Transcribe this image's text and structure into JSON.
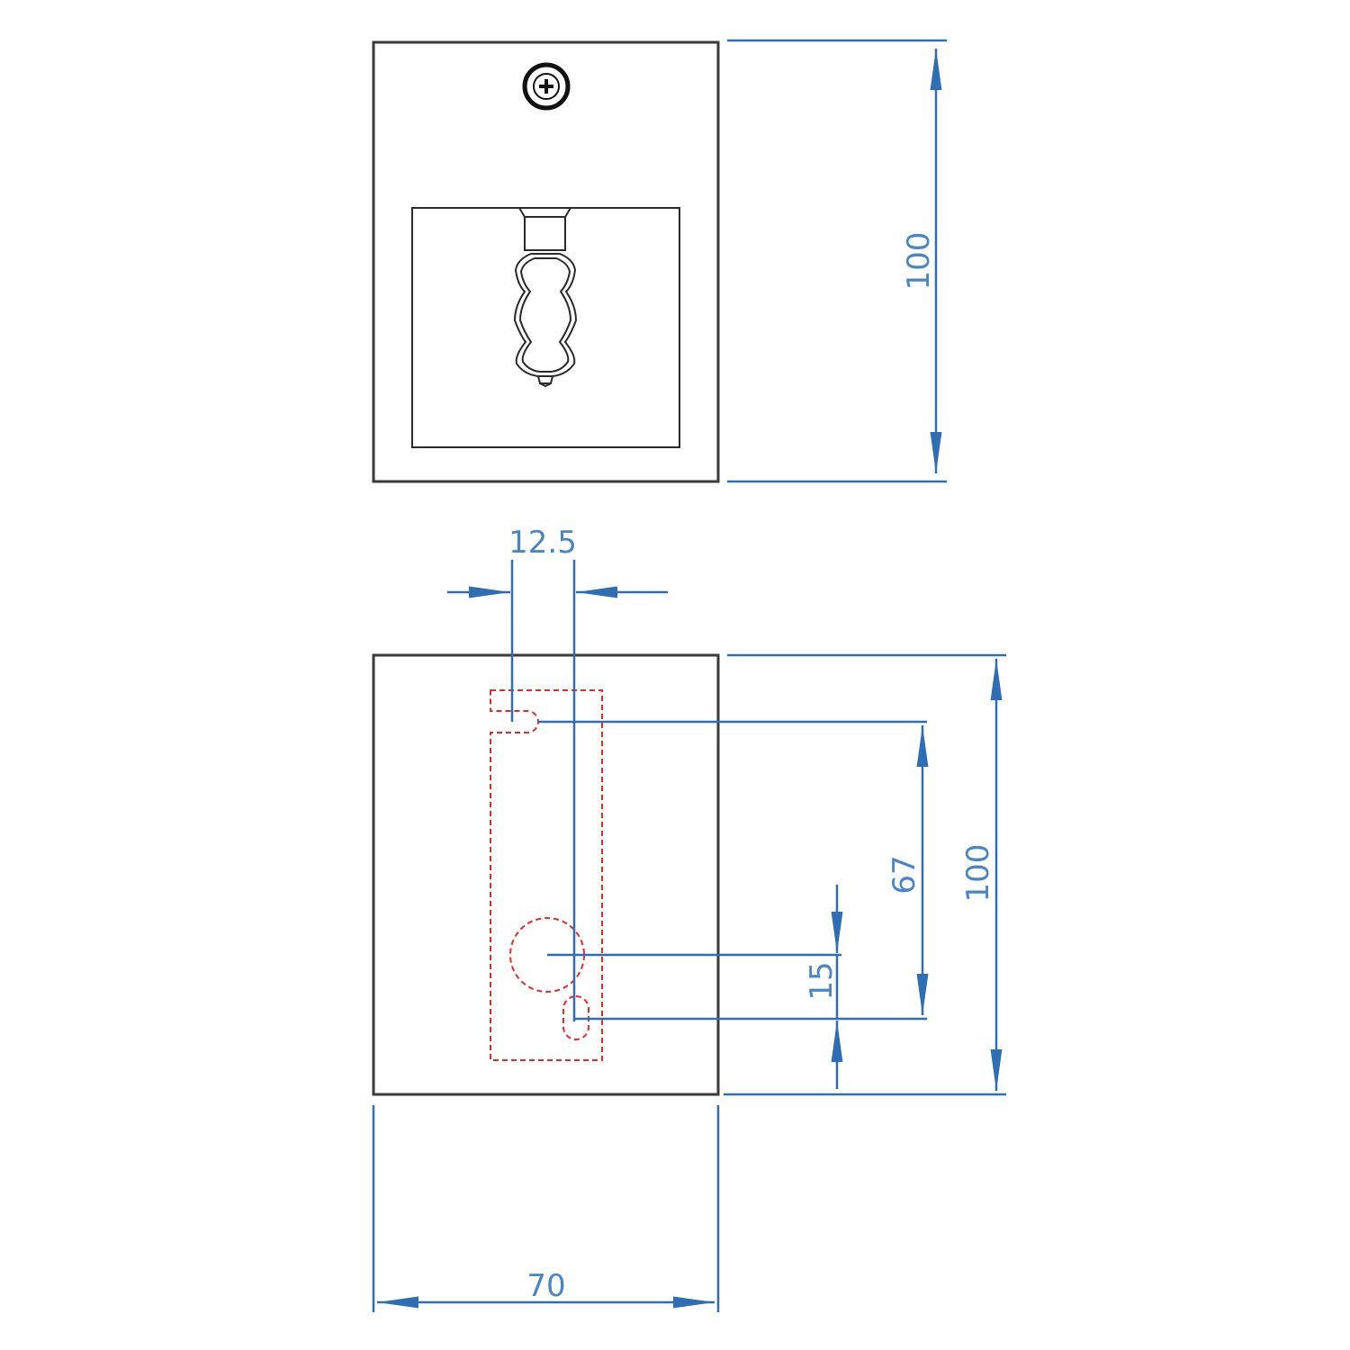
{
  "dimensions": {
    "front_height": "100",
    "offset": "12.5",
    "hole_spacing": "67",
    "bottom_offset": "15",
    "side_height": "100",
    "width": "70"
  },
  "colors": {
    "outline": "#3a3a3a",
    "dimension": "#2f6db5",
    "hidden_line": "#e52a2a"
  }
}
